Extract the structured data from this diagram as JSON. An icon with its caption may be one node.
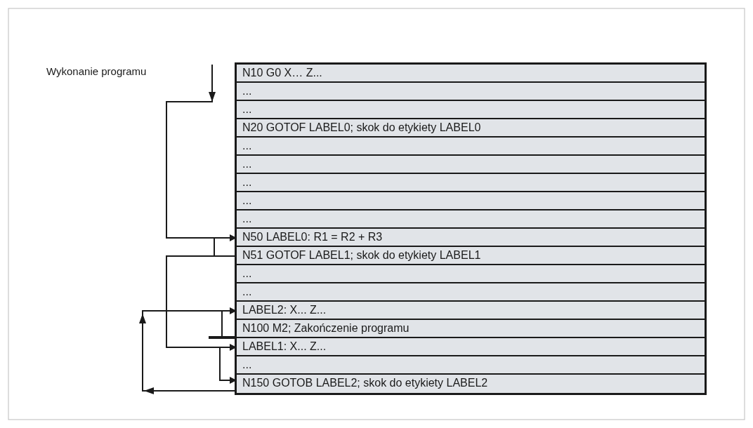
{
  "diagram": {
    "nodes": [
      {
        "text": [
          "Wykonanie programu"
        ]
      },
      {
        "text": [],
        "shape": "box"
      },
      {
        "text": [
          "N10 G0 X… Z..."
        ],
        "in": 1
      },
      {
        "text": [
          "..."
        ],
        "in": 1
      },
      {
        "text": [
          "..."
        ],
        "in": 1
      },
      {
        "text": [
          "N20 GOTOF LABEL0; skok do etykiety LABEL0"
        ],
        "in": 1
      },
      {
        "text": [
          "..."
        ],
        "in": 1
      },
      {
        "text": [
          "..."
        ],
        "in": 1
      },
      {
        "text": [
          "..."
        ],
        "in": 1
      },
      {
        "text": [
          "..."
        ],
        "in": 1
      },
      {
        "text": [
          "..."
        ],
        "in": 1
      },
      {
        "text": [
          "N50 LABEL0: R1 = R2 + R3"
        ],
        "in": 1
      },
      {
        "text": [
          "N51 GOTOF LABEL1; skok do etykiety LABEL1"
        ],
        "in": 1
      },
      {
        "text": [
          "..."
        ],
        "in": 1
      },
      {
        "text": [
          "..."
        ],
        "in": 1
      },
      {
        "text": [
          "LABEL2: X... Z..."
        ],
        "in": 1
      },
      {
        "text": [
          "N100 M2; Zakończenie programu"
        ],
        "in": 1
      },
      {
        "text": [
          "LABEL1: X... Z..."
        ],
        "in": 1
      },
      {
        "text": [
          "..."
        ],
        "in": 1
      },
      {
        "text": [
          "N150 GOTOB LABEL2; skok do etykiety LABEL2"
        ],
        "in": 1
      }
    ],
    "edges": [
      {
        "from": null,
        "to": 11,
        "arrow": "to"
      },
      {
        "from": 12,
        "to": 17,
        "arrow": "to"
      },
      {
        "from": 17,
        "to": 19,
        "arrow": "to"
      },
      {
        "from": 19,
        "to": 15,
        "arrow": "to"
      },
      {
        "from": 15,
        "to": 16,
        "arrow": "other"
      }
    ]
  }
}
